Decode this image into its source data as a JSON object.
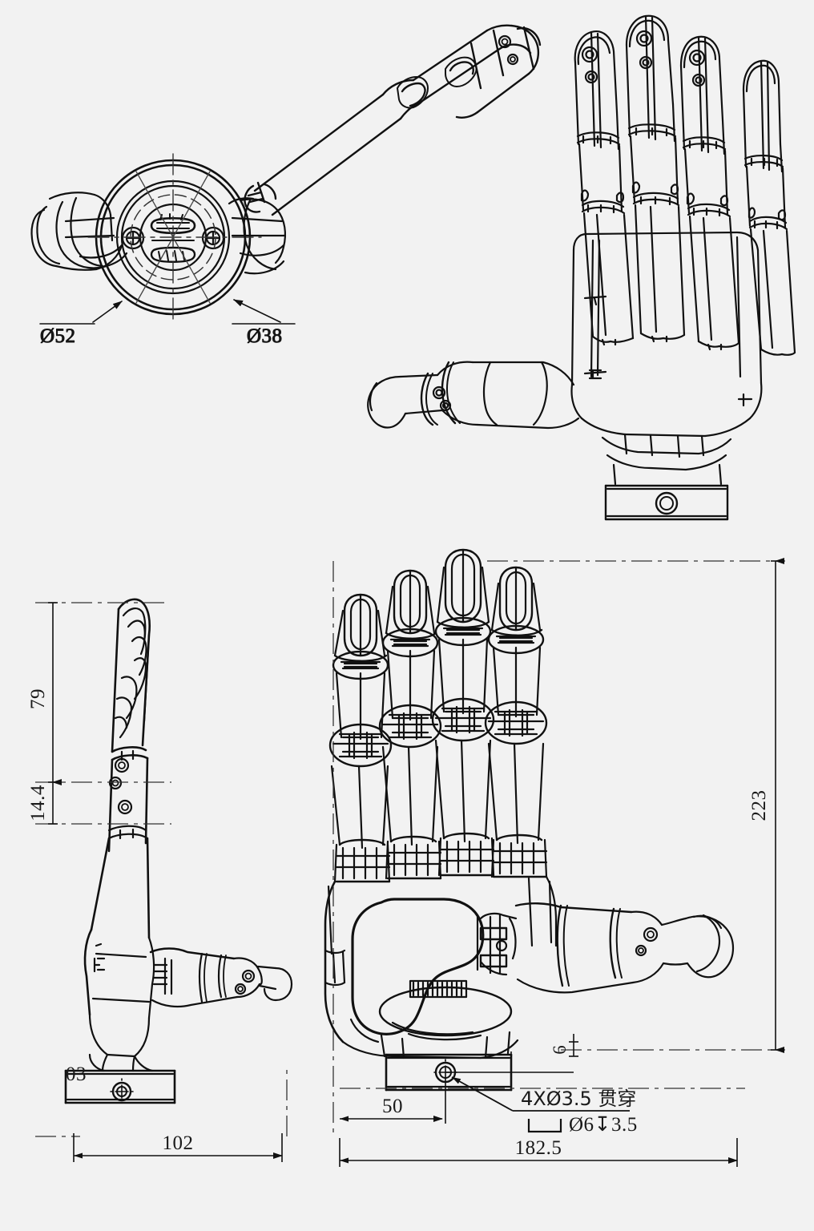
{
  "drawing": {
    "title": "Robotic Hand Assembly Orthographic Drawing",
    "background_color": "#f2f2f2",
    "line_color": "#111111",
    "sheet_width": 1016,
    "sheet_height": 1536
  },
  "views": {
    "top_left": {
      "name": "wrist-flange-end-view",
      "description": "End view of wrist flange with concentric bores and extended thumb cylinder"
    },
    "top_right": {
      "name": "hand-isometric-view",
      "description": "Isometric view of robotic hand with four fingers extended and thumb"
    },
    "bottom_left": {
      "name": "hand-side-view",
      "description": "Side (profile) view of robotic hand with mounting base"
    },
    "bottom_right": {
      "name": "hand-front-view",
      "description": "Front view of robotic hand showing palm, four fingers and thumb"
    }
  },
  "dimensions": {
    "diameter_52": "Ø52",
    "diameter_38": "Ø38",
    "height_79": "79",
    "height_14_4": "14.4",
    "height_223": "223",
    "width_102": "102",
    "width_182_5": "182.5",
    "offset_50": "50",
    "offset_6": "6",
    "clipped_103": "03"
  },
  "callout": {
    "line1": "4XØ3.5  贯穿",
    "line2_symbol": "⌴",
    "line2": "Ø6↓ 3.5",
    "line2_plain": "Ø6↧3.5",
    "meaning": "4 places diameter 3.5 through, counterbore diameter 6 depth 3.5"
  },
  "symbols": {
    "diameter": "Ø",
    "counterbore": "⌴",
    "depth": "↧",
    "times": "X"
  }
}
